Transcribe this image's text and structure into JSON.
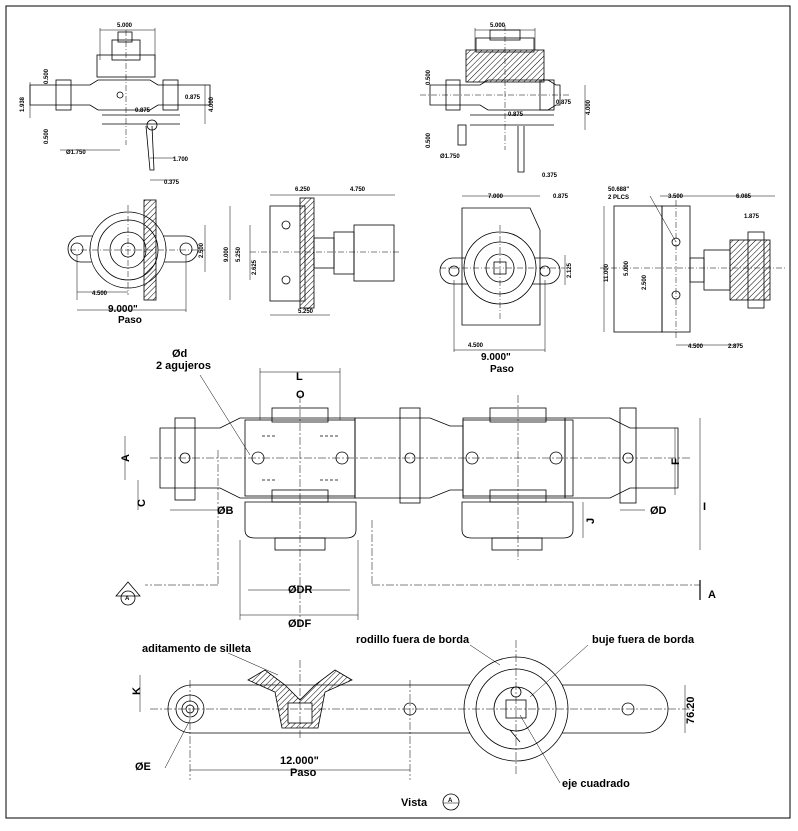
{
  "views": {
    "top_left": {
      "d1": "5.000",
      "d2": "0.500",
      "d3": "1.938",
      "d4": "0.875",
      "d5": "4.000",
      "d6": "0.875",
      "d7": "0.500",
      "d8": "Ø1.750",
      "d9": "1.700",
      "d10": "0.375"
    },
    "top_right": {
      "d1": "5.000",
      "d2": "0.500",
      "d3": "0.875",
      "d4": "4.000",
      "d5": "0.875",
      "d6": "0.500",
      "d7": "Ø1.750",
      "d8": "0.375"
    },
    "mid_1": {
      "d1": "2.500",
      "d2": "4.500",
      "pitch": "9.000\"",
      "paso": "Paso"
    },
    "mid_2": {
      "d1": "6.250",
      "d2": "4.750",
      "d3": "9.000",
      "d4": "5.250",
      "d5": "2.625",
      "d6": "5.250"
    },
    "mid_3": {
      "d1": "7.000",
      "d2": "0.875",
      "d3": "2.125",
      "d4": "4.500",
      "pitch": "9.000\"",
      "paso": "Paso"
    },
    "mid_4": {
      "d1": "50.688\"",
      "d1b": "2 PLCS",
      "d2": "3.500",
      "d3": "6.085",
      "d4": "1.875",
      "d5": "11.000",
      "d6": "5.000",
      "d7": "2.500",
      "d8": "4.500",
      "d9": "2.875"
    }
  },
  "main": {
    "hole_label": "Ød",
    "hole_label2": "2 agujeros",
    "L": "L",
    "O": "O",
    "A": "A",
    "C": "C",
    "B": "ØB",
    "F": "F",
    "J": "J",
    "I": "I",
    "D": "ØD",
    "DR": "ØDR",
    "DF": "ØDF",
    "section_A": "A",
    "section_mark": "A"
  },
  "bottom": {
    "attachment": "aditamento de silleta",
    "roller": "rodillo fuera de borda",
    "bushing": "buje fuera de borda",
    "K": "K",
    "E": "ØE",
    "pitch": "12.000\"",
    "paso": "Paso",
    "height": "76.20",
    "shaft": "eje cuadrado",
    "view": "Vista",
    "view_mark": "A"
  }
}
